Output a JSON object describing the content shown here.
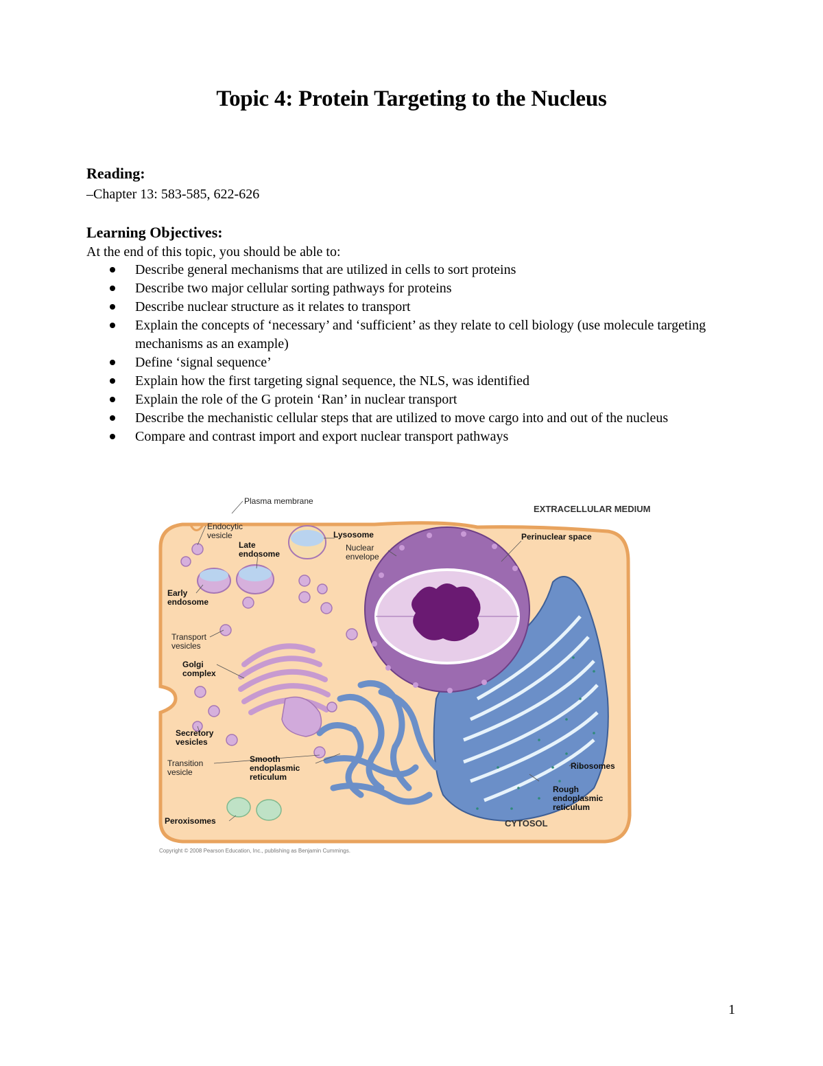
{
  "title": "Topic 4: Protein Targeting to the Nucleus",
  "reading": {
    "heading": "Reading:",
    "text": "–Chapter 13: 583-585, 622-626"
  },
  "objectives": {
    "heading": "Learning Objectives:",
    "intro": "At the end of this topic, you should be able to:",
    "items": [
      "Describe general mechanisms that are utilized in cells to sort proteins",
      "Describe two major cellular sorting pathways for proteins",
      "Describe nuclear structure as it relates to transport",
      "Explain the concepts of ‘necessary’ and ‘sufficient’ as they relate to cell biology (use molecule targeting mechanisms as an example)",
      "Define ‘signal sequence’",
      "Explain how the first targeting signal sequence, the NLS, was identified",
      "Explain the role of the G protein ‘Ran’ in nuclear transport",
      "Describe the mechanistic cellular steps that are utilized to move cargo into and out of the nucleus",
      "Compare and contrast import and export nuclear transport pathways"
    ]
  },
  "figure": {
    "labels": {
      "plasma_membrane": "Plasma membrane",
      "extracellular_medium": "EXTRACELLULAR MEDIUM",
      "endocytic_vesicle": "Endocytic vesicle",
      "lysosome": "Lysosome",
      "late_endosome": "Late endosome",
      "nuclear_envelope": "Nuclear envelope",
      "perinuclear_space": "Perinuclear space",
      "early_endosome": "Early endosome",
      "transport_vesicles": "Transport vesicles",
      "golgi_complex": "Golgi complex",
      "secretory_vesicles": "Secretory vesicles",
      "transition_vesicle": "Transition vesicle",
      "smooth_er": "Smooth endoplasmic reticulum",
      "ribosomes": "Ribosomes",
      "rough_er": "Rough endoplasmic reticulum",
      "peroxisomes": "Peroxisomes",
      "cytosol": "CYTOSOL"
    },
    "copyright": "Copyright © 2008 Pearson Education, Inc., publishing as Benjamin Cummings."
  },
  "page_number": "1",
  "colors": {
    "cytoplasm": "#fbd9b0",
    "membrane": "#e8a35e",
    "nucleus_outer": "#9c6bb0",
    "nucleolus": "#6a1a72",
    "er": "#6b8fc8",
    "golgi": "#c79ad0",
    "vesicle_fill": "#b9d3ef",
    "peroxisome": "#bfe2c6"
  }
}
